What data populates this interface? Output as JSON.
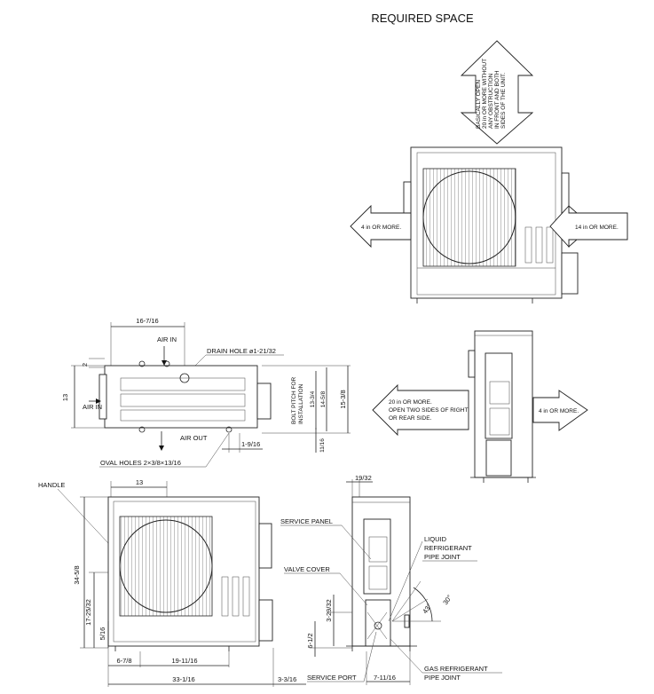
{
  "title": "REQUIRED SPACE",
  "space": {
    "top_note": [
      "BASICALLY OPEN",
      "20 in OR MORE WITHOUT",
      "ANY OBSTRUCTION",
      "IN FRONT AND BOTH",
      "SIDES OF THE UNIT."
    ],
    "left": "4 in OR MORE.",
    "right": "14 in OR MORE.",
    "side_left": [
      "20 in OR MORE.",
      "OPEN TWO SIDES OF RIGHT",
      "OR REAR SIDE."
    ],
    "side_right": "4 in OR MORE."
  },
  "top_view": {
    "dim_width": "16-7/16",
    "air_in_top": "AIR IN",
    "drain_hole": "DRAIN HOLE  ø1-21/32",
    "dim_2": "2",
    "dim_13": "13",
    "air_in_left": "AIR IN",
    "air_out": "AIR OUT",
    "bolt_pitch": [
      "BOLT PITCH FOR",
      "INSTALLATION"
    ],
    "dim_13_3_4": "13-3/4",
    "dim_14_5_8": "14-5/8",
    "dim_15_3_8": "15-3/8",
    "dim_11_16": "11/16",
    "dim_1_9_16": "1-9/16",
    "oval_holes": "OVAL HOLES 2×3/8×13/16"
  },
  "front_view": {
    "handle": "HANDLE",
    "dim_13": "13",
    "dim_34_5_8": "34-5/8",
    "dim_17_25_32": "17-25/32",
    "dim_5_16": "5/16",
    "dim_6_7_8": "6-7/8",
    "dim_19_11_16": "19-11/16",
    "dim_33_1_16": "33-1/16",
    "dim_3_3_16": "3-3/16"
  },
  "side_view": {
    "dim_19_32": "19/32",
    "service_panel": "SERVICE PANEL",
    "liquid": [
      "LIQUID",
      "REFRIGERANT",
      "PIPE JOINT"
    ],
    "valve_cover": "VALVE COVER",
    "dim_3_29_32": "3-29/32",
    "dim_6_1_2": "6-1/2",
    "dim_7_11_16": "7-11/16",
    "service_port": "SERVICE PORT",
    "gas": [
      "GAS REFRIGERANT",
      "PIPE JOINT"
    ],
    "angle_30": "30°",
    "angle_43": "43°"
  }
}
